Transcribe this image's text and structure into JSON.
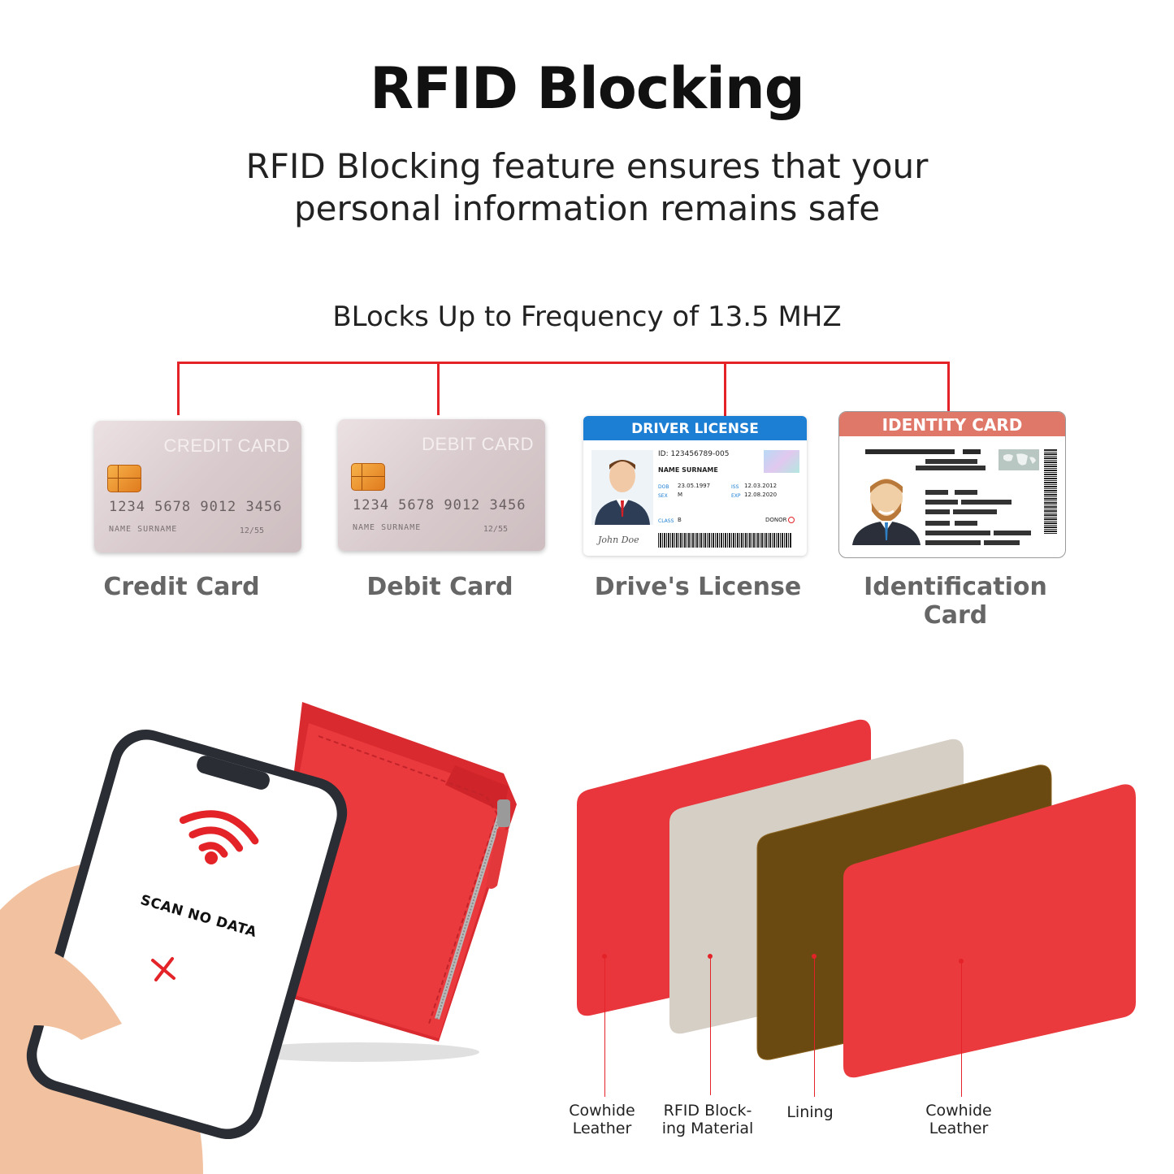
{
  "header": {
    "title": "RFID Blocking",
    "subtitle_line1": "RFID Blocking feature ensures that your",
    "subtitle_line2": "personal information remains safe",
    "frequency": "BLocks Up to Frequency of 13.5 MHZ"
  },
  "cards": {
    "credit": {
      "label": "Credit Card",
      "card_title": "CREDIT CARD",
      "number": "1234 5678 9012 3456",
      "name": "NAME SURNAME",
      "expiry": "12/55"
    },
    "debit": {
      "label": "Debit Card",
      "card_title": "DEBIT CARD",
      "number": "1234 5678 9012 3456",
      "name": "NAME SURNAME",
      "expiry": "12/55"
    },
    "license": {
      "label": "Drive's License",
      "card_title": "DRIVER LICENSE",
      "id": "ID: 123456789-005",
      "name": "NAME SURNAME",
      "dob_label": "DOB",
      "dob": "23.05.1997",
      "sex_label": "SEX",
      "sex": "M",
      "iss_label": "ISS",
      "iss": "12.03.2012",
      "exp_label": "EXP",
      "exp": "12.08.2020",
      "class_label": "CLASS",
      "class": "B",
      "donor": "DONOR",
      "signature": "John Doe"
    },
    "identity": {
      "label": "Identification Card",
      "card_title": "IDENTITY CARD"
    }
  },
  "phone": {
    "screen_text": "SCAN NO DATA"
  },
  "layers": [
    {
      "line1": "Cowhide",
      "line2": "Leather"
    },
    {
      "line1": "RFID Block-",
      "line2": "ing Material"
    },
    {
      "line1": "Lining",
      "line2": ""
    },
    {
      "line1": "Cowhide",
      "line2": "Leather"
    }
  ],
  "colors": {
    "accent_red": "#e32328",
    "license_blue": "#1d7fd3",
    "identity_coral": "#e0786a",
    "leather_red": "#ea3a3e",
    "rfid_beige": "#d6cfc6",
    "lining_brown": "#6b4a12"
  }
}
